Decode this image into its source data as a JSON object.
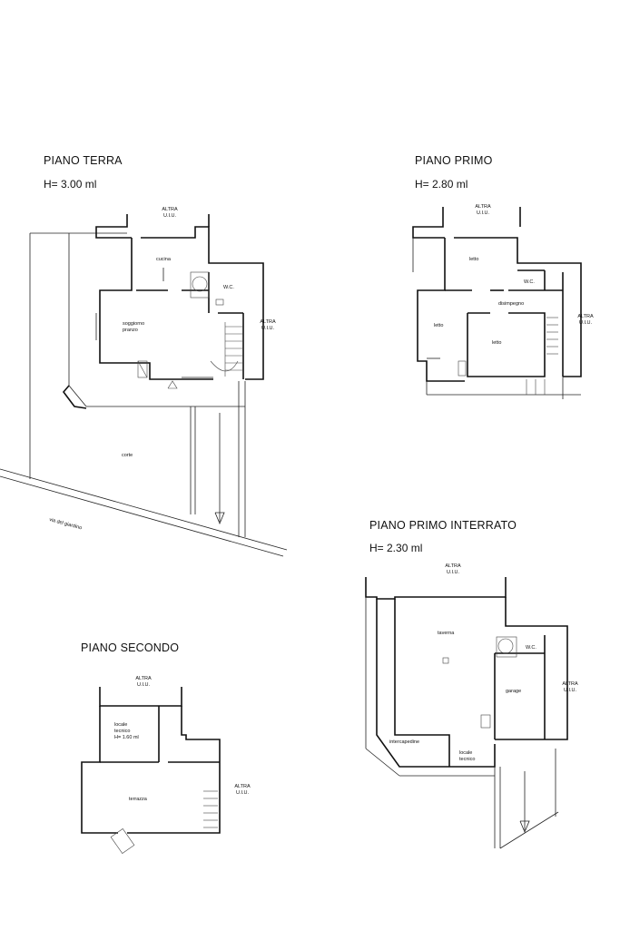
{
  "floors": {
    "terra": {
      "title": "PIANO TERRA",
      "height": "H= 3.00 ml"
    },
    "primo": {
      "title": "PIANO PRIMO",
      "height": "H= 2.80 ml"
    },
    "interrato": {
      "title": "PIANO PRIMO INTERRATO",
      "height": "H= 2.30 ml"
    },
    "secondo": {
      "title": "PIANO SECONDO"
    }
  },
  "labels": {
    "altra_uiu": "ALTRA\nU.I.U.",
    "cucina": "cucina",
    "wc": "W.C.",
    "soggiorno": "soggiorno\npranzo",
    "corte": "corte",
    "street": "via   del   giardino",
    "letto": "letto",
    "disimpegno": "disimpegno",
    "taverna": "taverna",
    "garage": "garage",
    "intercapedine": "intercapedine",
    "locale_tecnico": "locale\ntecnico",
    "locale_tecnico_h": "locale\ntecnico\nH= 1.60 ml",
    "terrazza": "terrazza"
  }
}
